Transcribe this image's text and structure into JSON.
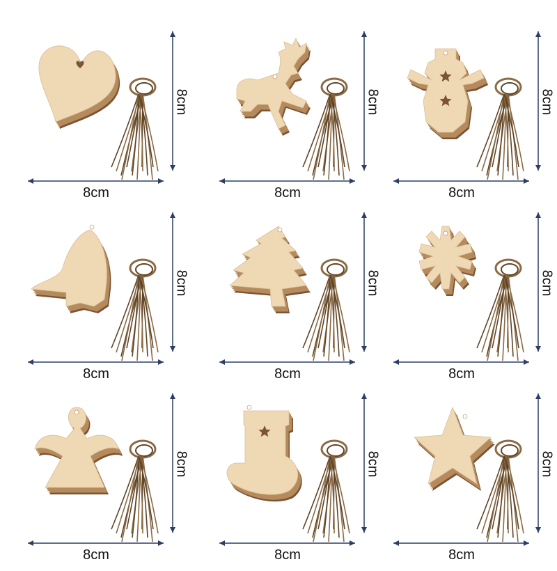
{
  "colors": {
    "wood_face": "#efd8b4",
    "wood_edge": "#b58a5c",
    "wood_shadow": "#7a5434",
    "twine": "#8b6a44",
    "twine_dark": "#5e4427",
    "arrow": "#2c3e66"
  },
  "items": [
    {
      "shape": "heart-ornament",
      "width_label": "8cm",
      "height_label": "8cm"
    },
    {
      "shape": "reindeer-ornament",
      "width_label": "8cm",
      "height_label": "8cm"
    },
    {
      "shape": "snowman-ornament",
      "width_label": "8cm",
      "height_label": "8cm"
    },
    {
      "shape": "bell-ornament",
      "width_label": "8cm",
      "height_label": "8cm"
    },
    {
      "shape": "tree-ornament",
      "width_label": "8cm",
      "height_label": "8cm"
    },
    {
      "shape": "snowflake-ornament",
      "width_label": "8cm",
      "height_label": "8cm"
    },
    {
      "shape": "angel-ornament",
      "width_label": "8cm",
      "height_label": "8cm"
    },
    {
      "shape": "stocking-ornament",
      "width_label": "8cm",
      "height_label": "8cm"
    },
    {
      "shape": "star-ornament",
      "width_label": "8cm",
      "height_label": "8cm"
    }
  ]
}
